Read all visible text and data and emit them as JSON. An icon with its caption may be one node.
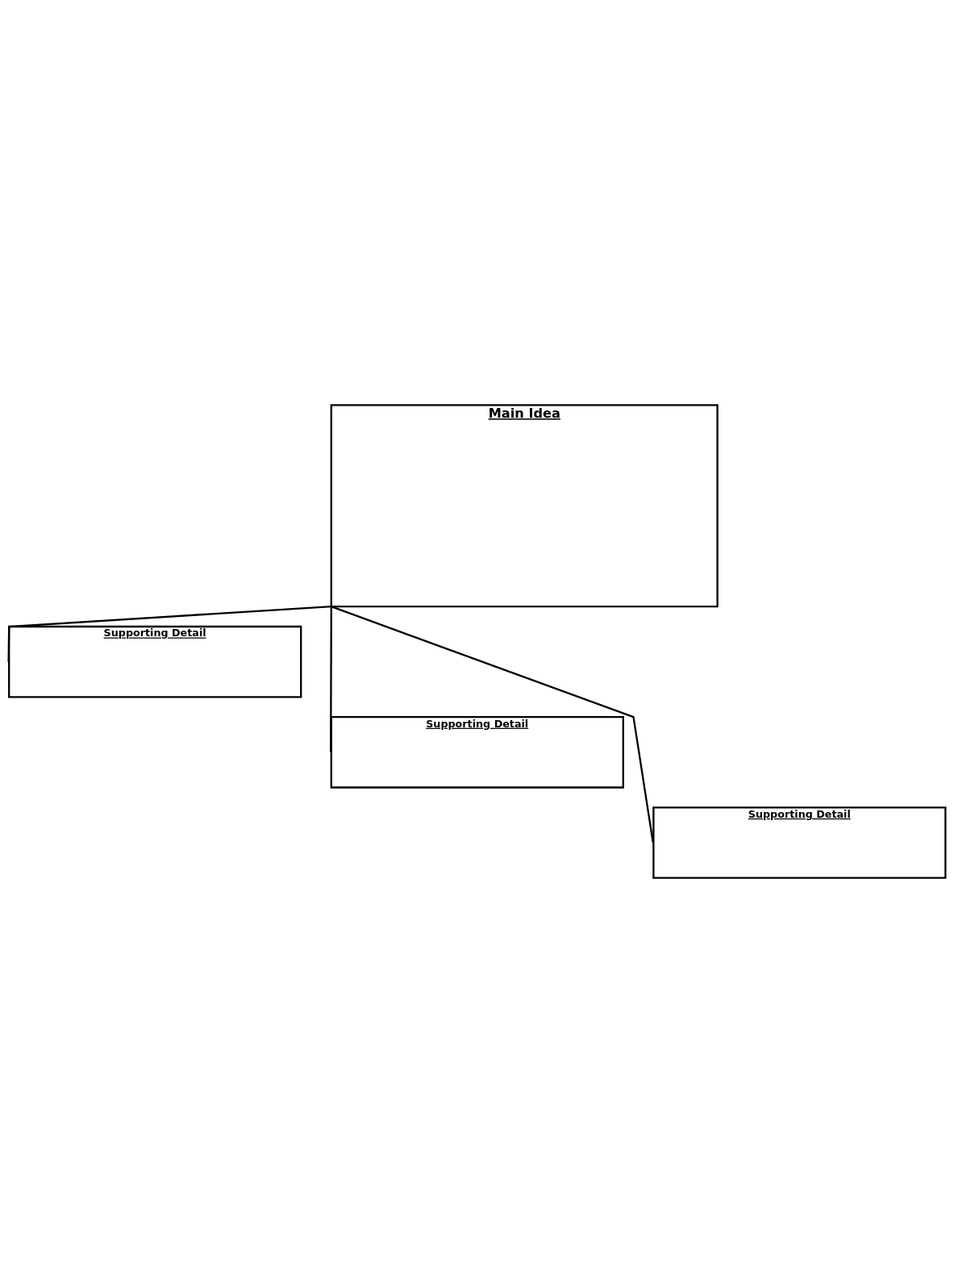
{
  "diagram": {
    "nodes": [
      {
        "text": [
          "Main Idea"
        ]
      },
      {
        "text": [
          "Supporting Detail"
        ]
      },
      {
        "text": [
          "Supporting Detail"
        ]
      },
      {
        "text": [
          "Supporting Detail"
        ]
      }
    ],
    "edges": [
      {
        "from": 0,
        "to": 1,
        "arrow": "none"
      },
      {
        "from": 0,
        "to": 2,
        "arrow": "none"
      },
      {
        "from": 0,
        "to": 3,
        "arrow": "none"
      }
    ]
  }
}
